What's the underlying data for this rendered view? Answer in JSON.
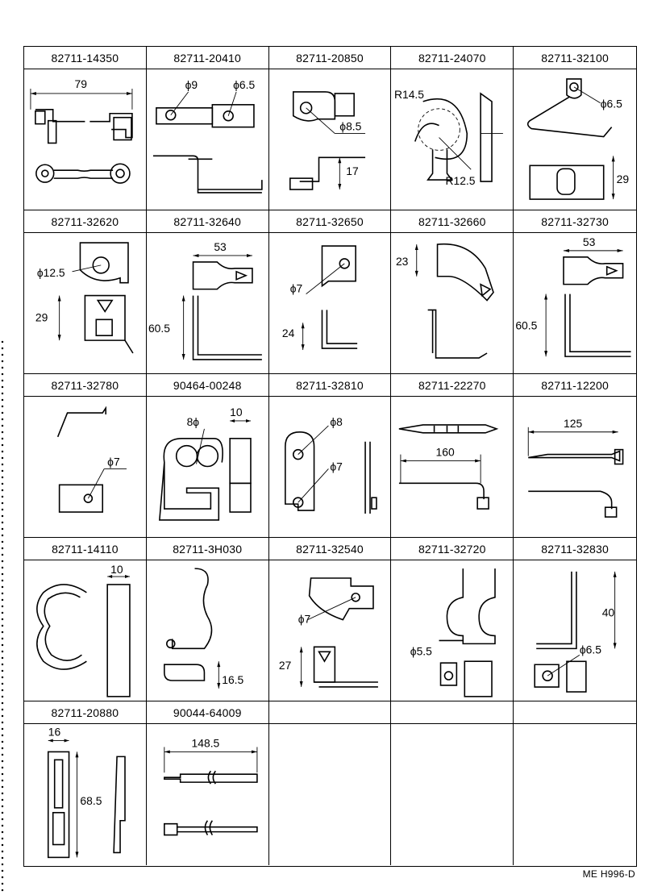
{
  "diagram_code": "ME H996-D",
  "parts": [
    {
      "part_no": "82711-14350",
      "dims": [
        "79"
      ]
    },
    {
      "part_no": "82711-20410",
      "dims": [
        "ϕ9",
        "ϕ6.5"
      ]
    },
    {
      "part_no": "82711-20850",
      "dims": [
        "ϕ8.5",
        "17"
      ]
    },
    {
      "part_no": "82711-24070",
      "dims": [
        "R14.5",
        "R12.5"
      ]
    },
    {
      "part_no": "82711-32100",
      "dims": [
        "ϕ6.5",
        "29"
      ]
    },
    {
      "part_no": "82711-32620",
      "dims": [
        "ϕ12.5",
        "29"
      ]
    },
    {
      "part_no": "82711-32640",
      "dims": [
        "53",
        "60.5"
      ]
    },
    {
      "part_no": "82711-32650",
      "dims": [
        "ϕ7",
        "24"
      ]
    },
    {
      "part_no": "82711-32660",
      "dims": [
        "23"
      ]
    },
    {
      "part_no": "82711-32730",
      "dims": [
        "53",
        "60.5"
      ]
    },
    {
      "part_no": "82711-32780",
      "dims": [
        "ϕ7"
      ]
    },
    {
      "part_no": "90464-00248",
      "dims": [
        "8ϕ",
        "10"
      ]
    },
    {
      "part_no": "82711-32810",
      "dims": [
        "ϕ8",
        "ϕ7"
      ]
    },
    {
      "part_no": "82711-22270",
      "dims": [
        "160"
      ]
    },
    {
      "part_no": "82711-12200",
      "dims": [
        "125"
      ]
    },
    {
      "part_no": "82711-14110",
      "dims": [
        "10"
      ]
    },
    {
      "part_no": "82711-3H030",
      "dims": [
        "16.5"
      ]
    },
    {
      "part_no": "82711-32540",
      "dims": [
        "ϕ7",
        "27"
      ]
    },
    {
      "part_no": "82711-32720",
      "dims": [
        "ϕ5.5"
      ]
    },
    {
      "part_no": "82711-32830",
      "dims": [
        "40",
        "ϕ6.5"
      ]
    },
    {
      "part_no": "82711-20880",
      "dims": [
        "16",
        "68.5"
      ]
    },
    {
      "part_no": "90044-64009",
      "dims": [
        "148.5"
      ]
    },
    {
      "part_no": "",
      "dims": []
    },
    {
      "part_no": "",
      "dims": []
    },
    {
      "part_no": "",
      "dims": []
    }
  ]
}
